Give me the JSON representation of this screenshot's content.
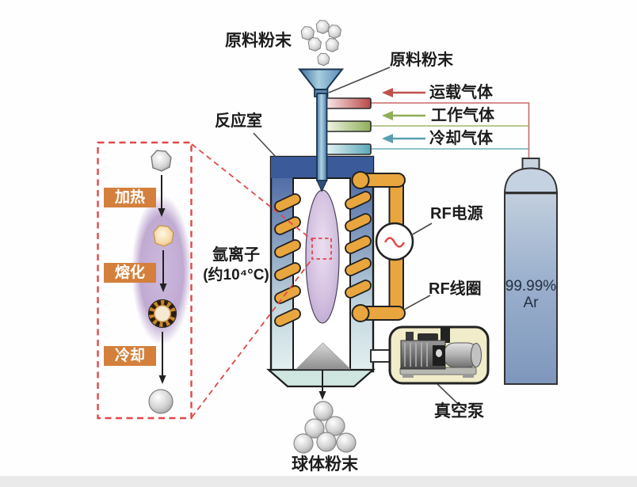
{
  "labels": {
    "raw_powder_top": "原料粉末",
    "raw_powder_feed": "原料粉末",
    "carrier_gas": "运载气体",
    "working_gas": "工作气体",
    "cooling_gas": "冷却气体",
    "reaction_chamber": "反应室",
    "argon_ion": "氩离子",
    "argon_temp": "(约10⁴°C)",
    "rf_power": "RF电源",
    "rf_coil": "RF线圈",
    "cylinder_purity": "99.99%",
    "cylinder_gas": "Ar",
    "vacuum_pump": "真空泵",
    "spherical_powder": "球体粉末"
  },
  "process_steps": {
    "heating": "加热",
    "melting": "熔化",
    "cooling": "冷却"
  },
  "colors": {
    "carrier_gas": "#c0504d",
    "working_gas": "#8fae58",
    "cooling_gas": "#58a0b0",
    "coil_orange": "#e9a63e",
    "chamber_blue": "#3b5a9a",
    "plasma_purple": "#c2abd3",
    "dashed_red": "#e04848",
    "step_label_bg": "#d4803c",
    "cylinder_blue": "#8ca6c6",
    "pump_box_bg": "#f1ecc9"
  }
}
